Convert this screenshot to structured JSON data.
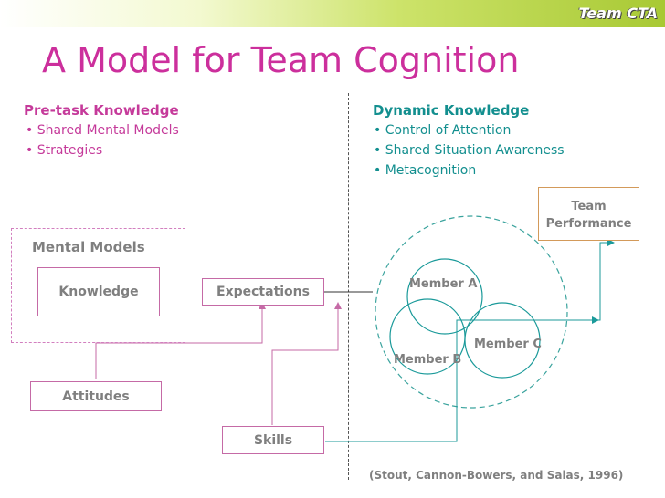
{
  "brand": "Team CTA",
  "title": "A Model for Team Cognition",
  "pretask": {
    "heading": "Pre-task Knowledge",
    "items": [
      "• Shared Mental Models",
      "• Strategies"
    ]
  },
  "dynamic": {
    "heading": "Dynamic Knowledge",
    "items": [
      "• Control of Attention",
      "• Shared Situation Awareness",
      "• Metacognition"
    ]
  },
  "diagram": {
    "mental_models": "Mental Models",
    "knowledge": "Knowledge",
    "expectations": "Expectations",
    "attitudes": "Attitudes",
    "skills": "Skills",
    "team_performance_line1": "Team",
    "team_performance_line2": "Performance",
    "member_a": "Member A",
    "member_b": "Member B",
    "member_c": "Member C"
  },
  "citation": "(Stout, Cannon-Bowers, and Salas, 1996)",
  "colors": {
    "title": "#cc2f9c",
    "pink": "#c53a9a",
    "teal": "#138f8f",
    "box_text": "#7f7f7f"
  }
}
